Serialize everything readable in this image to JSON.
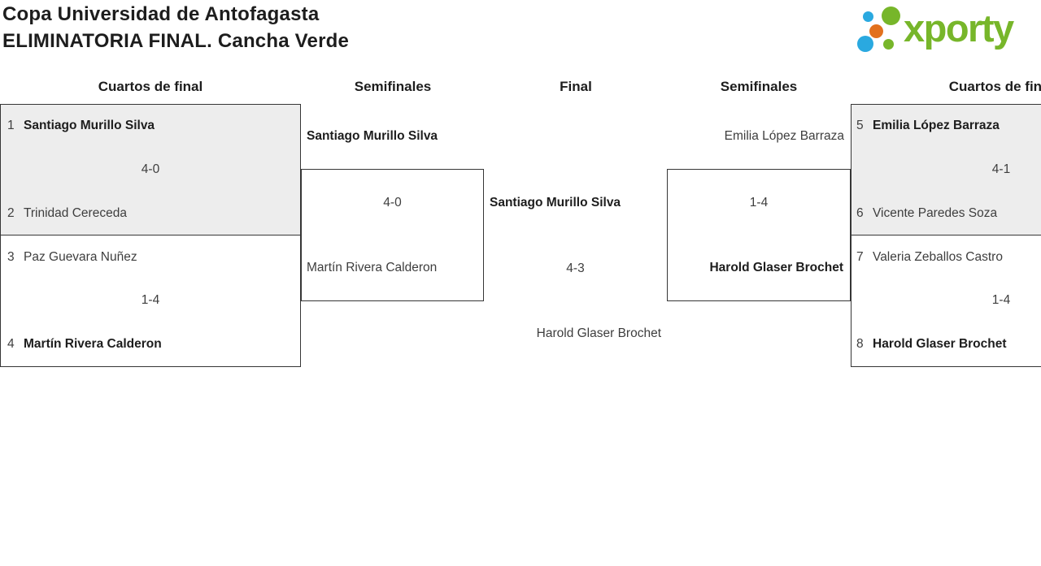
{
  "title": {
    "line1": "Copa Universidad de Antofagasta",
    "line2": "ELIMINATORIA FINAL. Cancha Verde"
  },
  "logo": {
    "text": "xporty"
  },
  "colors": {
    "logo-green": "#77b62a",
    "logo-blue": "#2aa9e0",
    "logo-orange": "#e2711d",
    "box-shade": "#ededed",
    "box-border": "#363636",
    "text-strong": "#1d1d1d",
    "text-normal": "#3e3e3e"
  },
  "columns": [
    "Cuartos de final",
    "Semifinales",
    "Final",
    "Semifinales",
    "Cuartos de final"
  ],
  "matches": {
    "qf1": {
      "seed1": "1",
      "player1": "Santiago Murillo Silva",
      "score": "4-0",
      "seed2": "2",
      "player2": "Trinidad Cereceda",
      "winner": 1
    },
    "qf2": {
      "seed1": "3",
      "player1": "Paz Guevara Nuñez",
      "score": "1-4",
      "seed2": "4",
      "player2": "Martín Rivera Calderon",
      "winner": 2
    },
    "sf1": {
      "player1": "Santiago Murillo Silva",
      "score": "4-0",
      "player2": "Martín Rivera Calderon",
      "winner": 1
    },
    "final": {
      "player1": "Santiago Murillo Silva",
      "score": "4-3",
      "player2": "Harold Glaser Brochet",
      "winner": 1
    },
    "sf2": {
      "player1": "Emilia López Barraza",
      "score": "1-4",
      "player2": "Harold Glaser Brochet",
      "winner": 2
    },
    "qf3": {
      "seed1": "5",
      "player1": "Emilia López Barraza",
      "score": "4-1",
      "seed2": "6",
      "player2": "Vicente Paredes Soza",
      "winner": 1
    },
    "qf4": {
      "seed1": "7",
      "player1": "Valeria Zeballos Castro",
      "score": "1-4",
      "seed2": "8",
      "player2": "Harold Glaser Brochet",
      "winner": 2
    }
  }
}
